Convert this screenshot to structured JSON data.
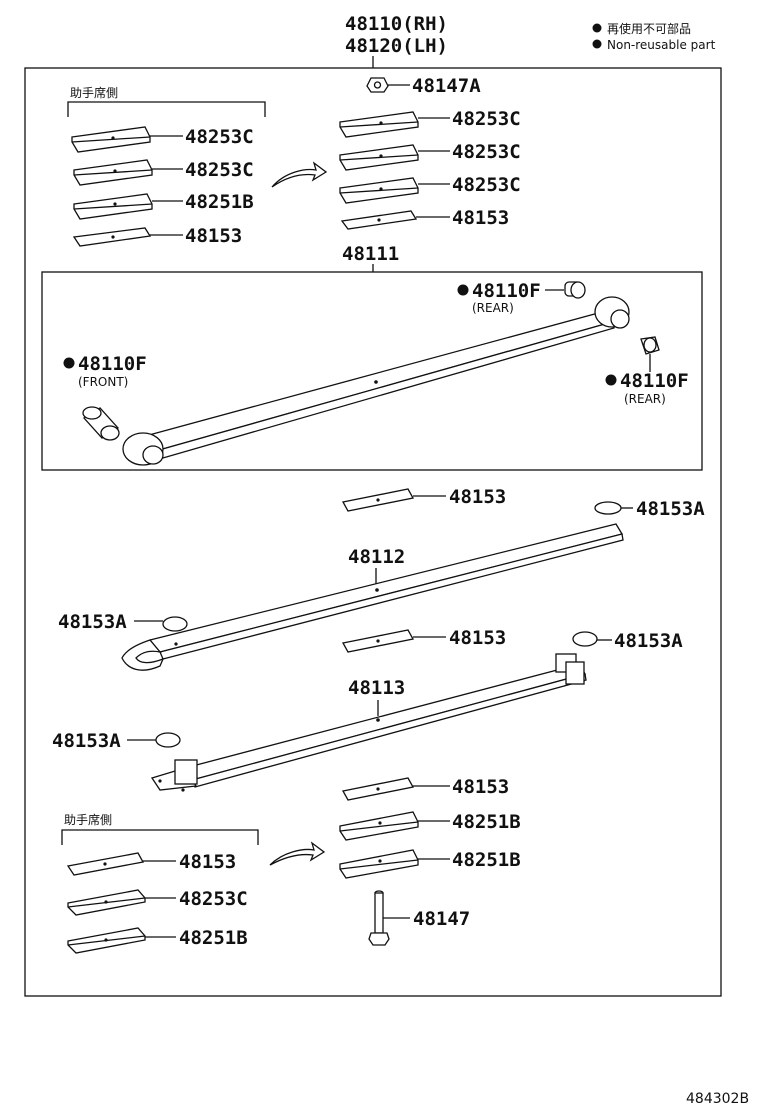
{
  "diagram": {
    "top_part": {
      "rh": "48110(RH)",
      "lh": "48120(LH)"
    },
    "legend": {
      "jp": "再使用不可部品",
      "en": "Non-reusable part"
    },
    "side_label_top": "助手席側",
    "side_label_bottom": "助手席側",
    "labels": {
      "nut": "48147A",
      "ul_1": "48253C",
      "ul_2": "48253C",
      "ul_3": "48251B",
      "ul_4": "48153",
      "ur_1": "48253C",
      "ur_2": "48253C",
      "ur_3": "48253C",
      "ur_4": "48153",
      "leaf1": "48111",
      "bush_front": "48110F",
      "bush_front_sub": "(FRONT)",
      "bush_rear1": "48110F",
      "bush_rear1_sub": "(REAR)",
      "bush_rear2": "48110F",
      "bush_rear2_sub": "(REAR)",
      "pad_a": "48153",
      "cap_a": "48153A",
      "leaf2": "48112",
      "cap_b": "48153A",
      "pad_b": "48153",
      "cap_c": "48153A",
      "leaf3": "48113",
      "cap_d": "48153A",
      "lr_1": "48153",
      "lr_2": "48251B",
      "lr_3": "48251B",
      "bolt": "48147",
      "ll_1": "48153",
      "ll_2": "48253C",
      "ll_3": "48251B"
    },
    "figure_code": "484302B"
  }
}
